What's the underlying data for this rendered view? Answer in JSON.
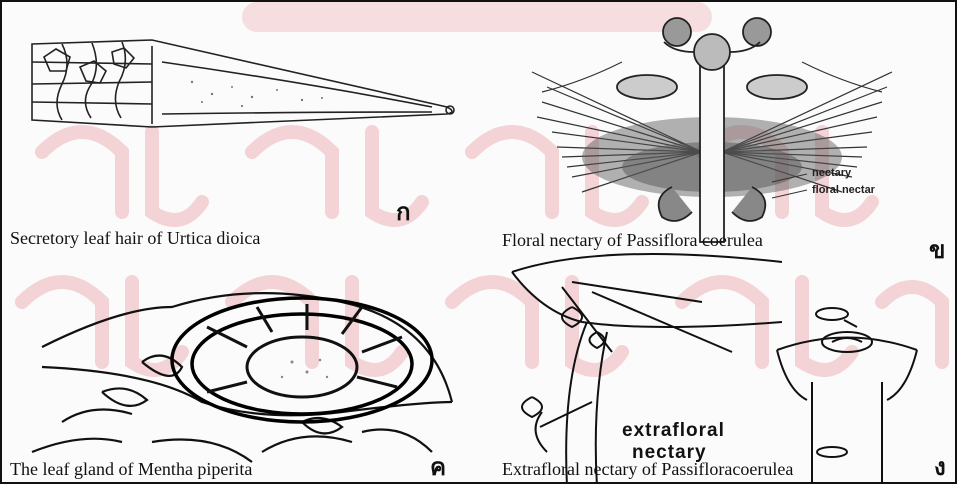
{
  "panels": [
    {
      "caption": "Secretory leaf hair of Urtica dioica",
      "marker": "ก"
    },
    {
      "caption": "Floral nectary  of Passiflora coerulea",
      "marker": "ข",
      "labels": [
        "nectary",
        "floral nectar"
      ]
    },
    {
      "caption": "The leaf gland of Mentha piperita",
      "marker": "ค"
    },
    {
      "caption": "Extrafloral nectary  of Passifloracoerulea",
      "marker": "ง",
      "labels": [
        "extrafloral",
        "nectary"
      ]
    }
  ],
  "colors": {
    "watermark": "#f3d3d6",
    "ink": "#111111"
  }
}
